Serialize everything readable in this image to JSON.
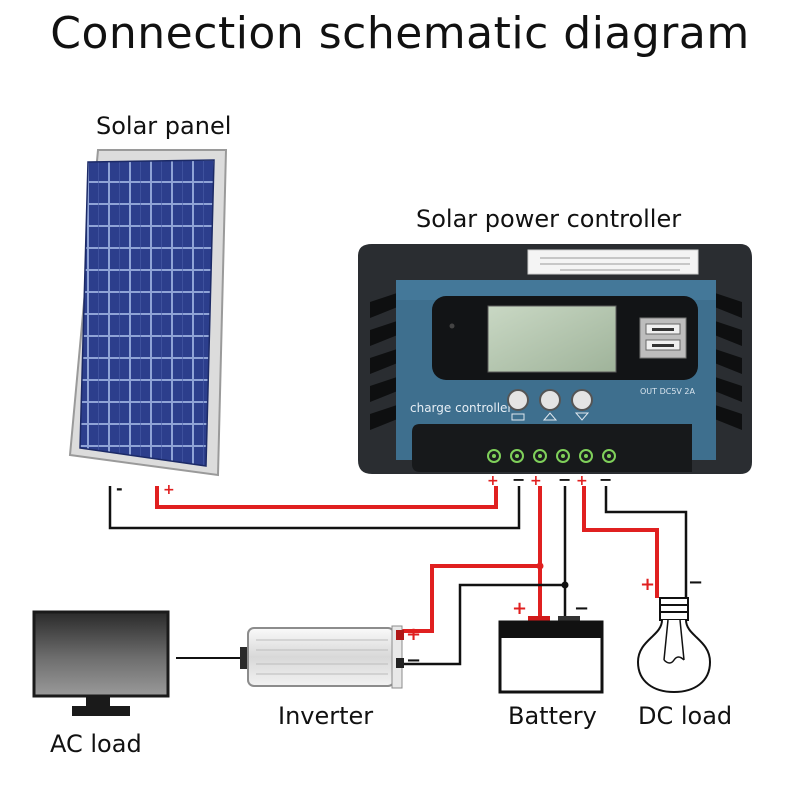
{
  "title": "Connection schematic diagram",
  "labels": {
    "solar_panel": "Solar panel",
    "controller": "Solar power controller",
    "inverter": "Inverter",
    "battery": "Battery",
    "dc_load": "DC load",
    "ac_load": "AC load"
  },
  "controller": {
    "brand_text": "charge controller",
    "usb_rating": "OUT DC5V 2A"
  },
  "polarity": {
    "plus": "+",
    "minus": "−",
    "dash": "-"
  },
  "colors": {
    "positive_wire": "#e02020",
    "negative_wire": "#111111",
    "controller_face": "#3e6f8e",
    "controller_body": "#2a2d31",
    "panel_cells": "#2c3e8c"
  }
}
